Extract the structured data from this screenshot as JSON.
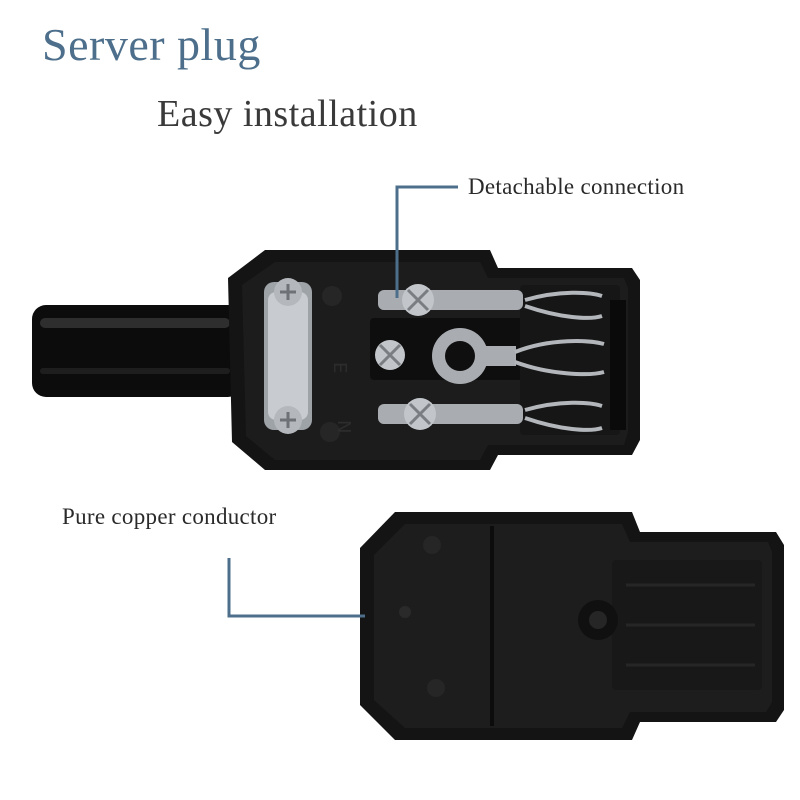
{
  "header": {
    "title": "Server plug",
    "subtitle": "Easy installation"
  },
  "callouts": {
    "top": "Detachable connection",
    "bottom": "Pure copper conductor"
  },
  "colors": {
    "title": "#4d6f8b",
    "callout_line": "#4d6f8b",
    "plastic": "#141414",
    "metal": "#b9bcc0"
  }
}
